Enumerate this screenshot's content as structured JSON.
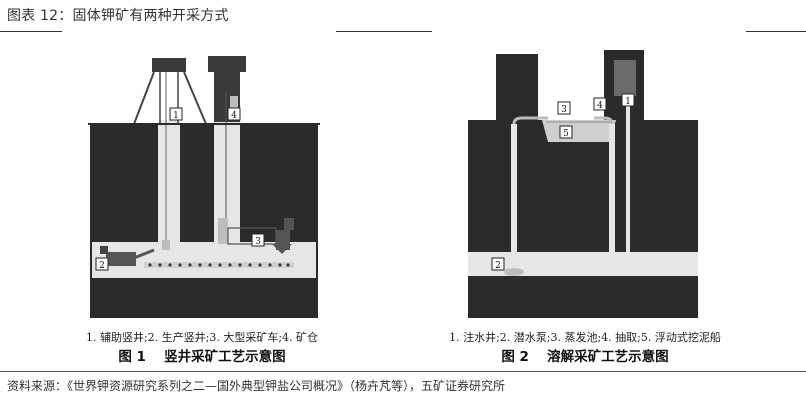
{
  "header": {
    "title": "图表 12：固体钾矿有两种开采方式"
  },
  "figure1": {
    "labels": [
      "1",
      "2",
      "3",
      "4"
    ],
    "legend": "1. 辅助竖井;2. 生产竖井;3. 大型采矿车;4. 矿仓",
    "caption": "图 1　 竖井采矿工艺示意图"
  },
  "figure2": {
    "labels": [
      "1",
      "2",
      "3",
      "4",
      "5"
    ],
    "legend": "1. 注水井;2. 潜水泵;3. 蒸发池;4. 抽取;5. 浮动式挖泥船",
    "caption": "图 2　 溶解采矿工艺示意图"
  },
  "footer": {
    "source": "资料来源：《世界钾资源研究系列之二—国外典型钾盐公司概况》（杨卉芃等），五矿证券研究所"
  },
  "colors": {
    "dark": "#2b2b2b",
    "mid": "#5a5a5a",
    "light": "#d8d8d8",
    "rule": "#333333"
  }
}
